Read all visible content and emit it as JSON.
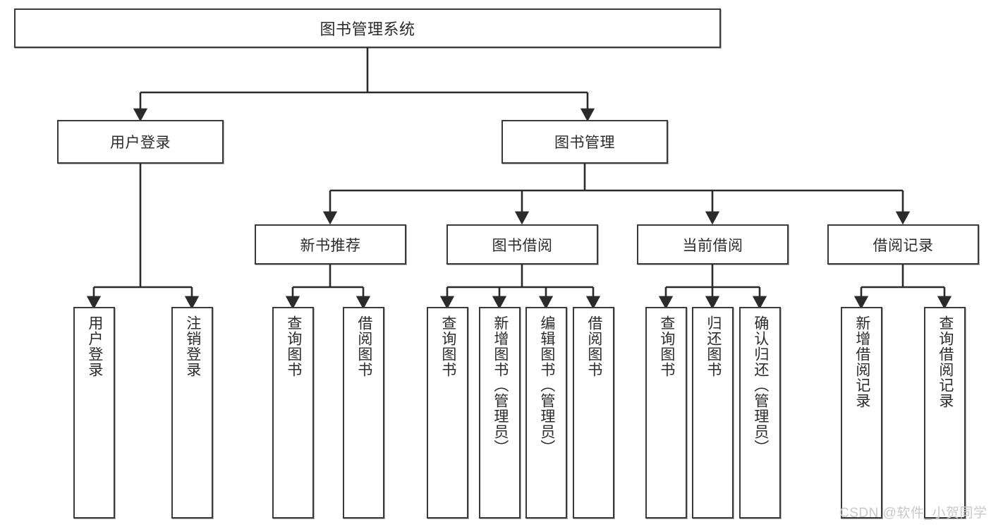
{
  "diagram": {
    "type": "tree-hierarchy",
    "title": "图书管理系统",
    "orientation": "top-down",
    "colors": {
      "box_border": "#3b3b3b",
      "box_fill": "#ffffff",
      "connector": "#2b2b2b",
      "text": "#2b2b2b",
      "watermark": "#c9c9c9"
    }
  },
  "root": {
    "label": "图书管理系统"
  },
  "level2": [
    {
      "label": "用户登录"
    },
    {
      "label": "图书管理"
    }
  ],
  "level3": [
    {
      "label": "新书推荐"
    },
    {
      "label": "图书借阅"
    },
    {
      "label": "当前借阅"
    },
    {
      "label": "借阅记录"
    }
  ],
  "leaves": {
    "user_login": [
      {
        "label": "用户登录"
      },
      {
        "label": "注销登录"
      }
    ],
    "new_book": [
      {
        "label": "查询图书"
      },
      {
        "label": "借阅图书"
      }
    ],
    "book_borrow": [
      {
        "label": "查询图书"
      },
      {
        "label": "新增图书（管理员）"
      },
      {
        "label": "编辑图书（管理员）"
      },
      {
        "label": "借阅图书"
      }
    ],
    "current_borrow": [
      {
        "label": "查询图书"
      },
      {
        "label": "归还图书"
      },
      {
        "label": "确认归还（管理员）"
      }
    ],
    "borrow_record": [
      {
        "label": "新增借阅记录"
      },
      {
        "label": "查询借阅记录"
      }
    ]
  },
  "watermark": {
    "text": "CSDN @软件_小贺同学"
  }
}
